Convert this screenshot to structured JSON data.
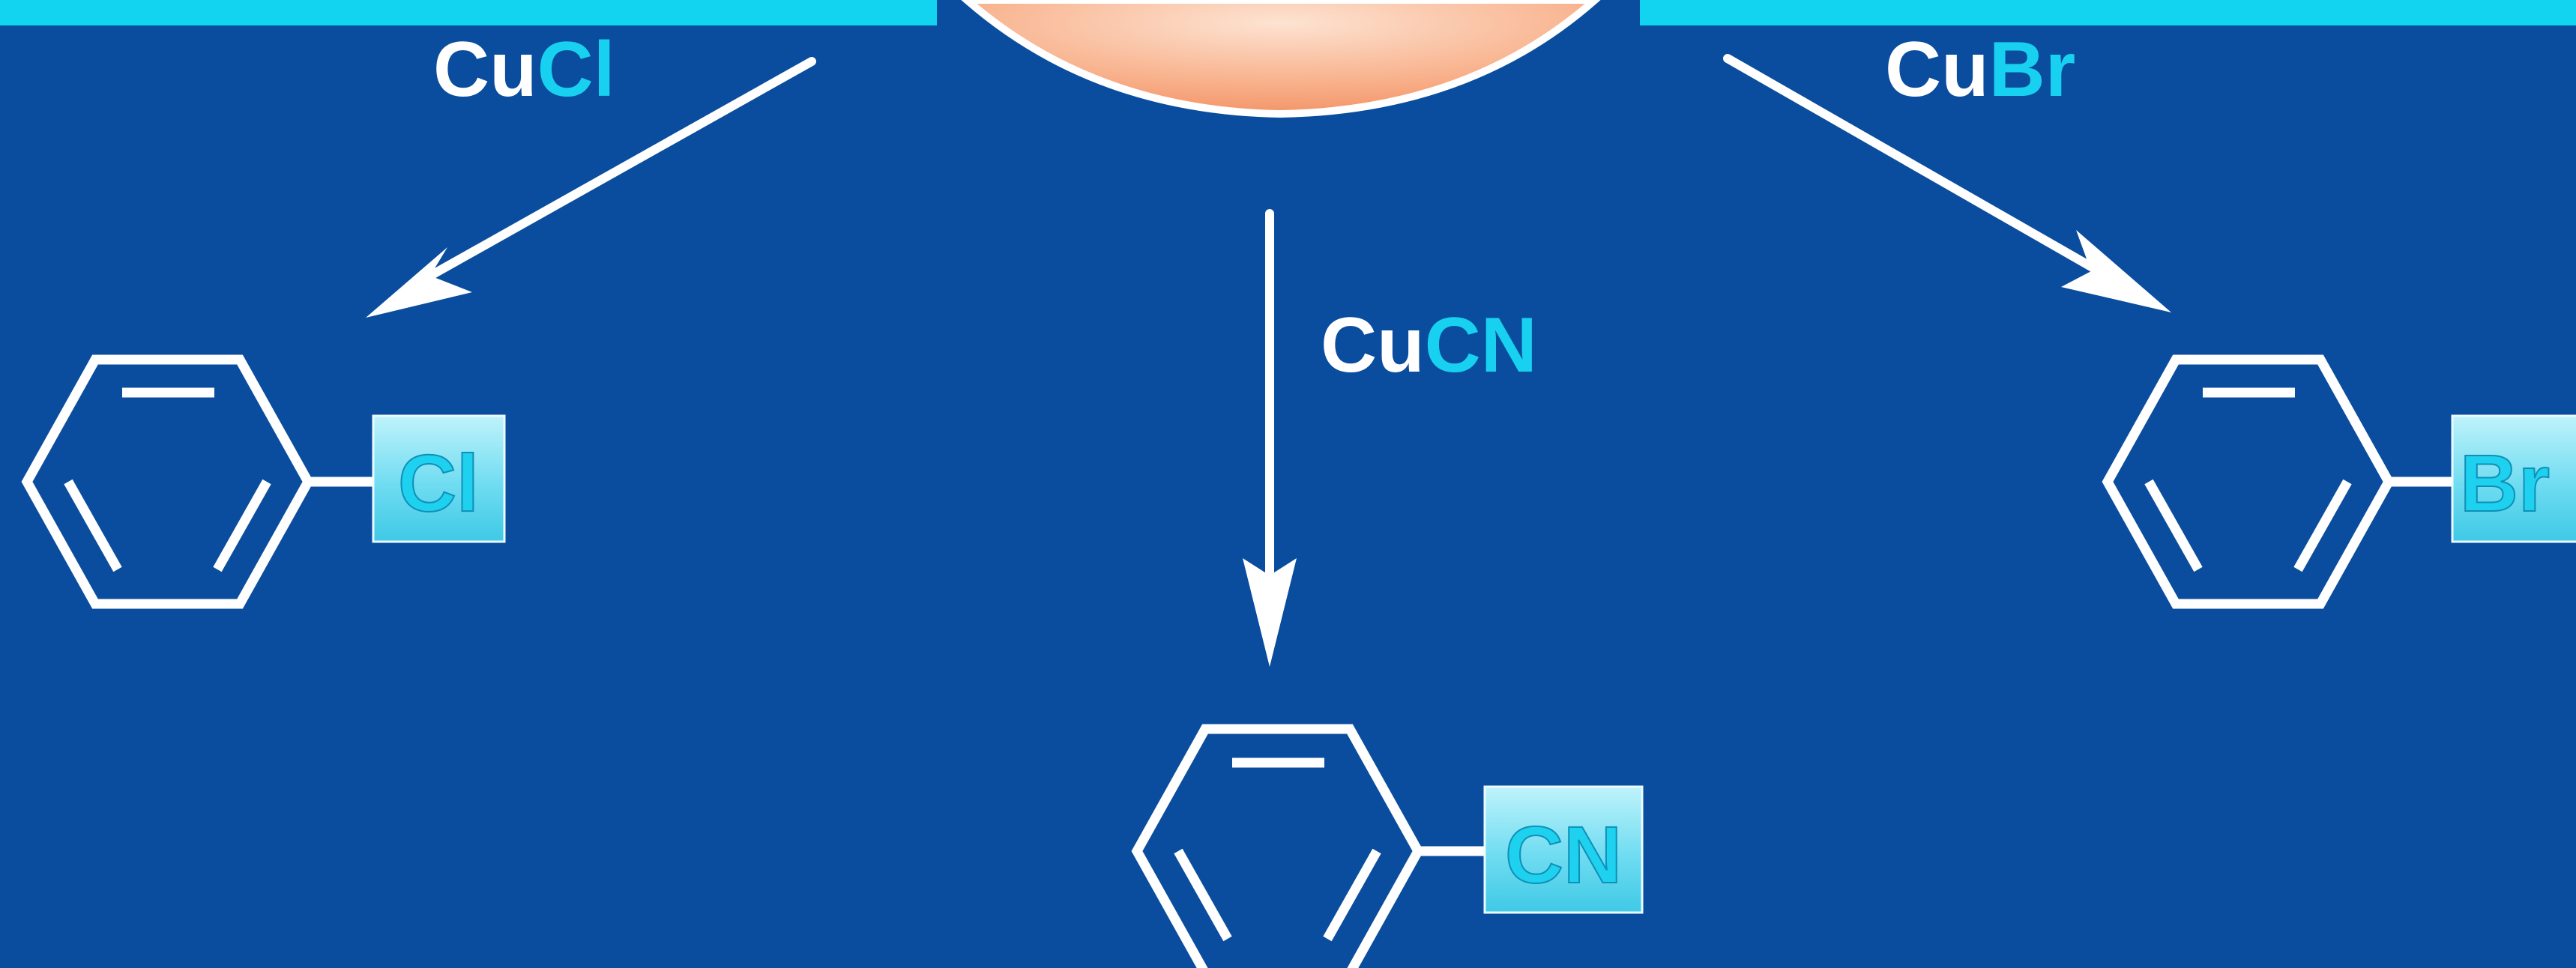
{
  "colors": {
    "background": "#0a4d9e",
    "accent_bar": "#12d3f0",
    "line_white": "#ffffff",
    "label_highlight": "#18d0ef",
    "substituent_box_top": "#bff3fb",
    "substituent_box_bottom": "#3fc9e6",
    "substituent_text": "#1ed2ef",
    "circle_fill": "#f6a27a",
    "circle_stroke": "#ffffff"
  },
  "reactions": [
    {
      "reagent_prefix": "Cu",
      "reagent_suffix": "Cl",
      "substituent": "Cl"
    },
    {
      "reagent_prefix": "Cu",
      "reagent_suffix": "CN",
      "substituent": "CN"
    },
    {
      "reagent_prefix": "Cu",
      "reagent_suffix": "Br",
      "substituent": "Br"
    }
  ]
}
